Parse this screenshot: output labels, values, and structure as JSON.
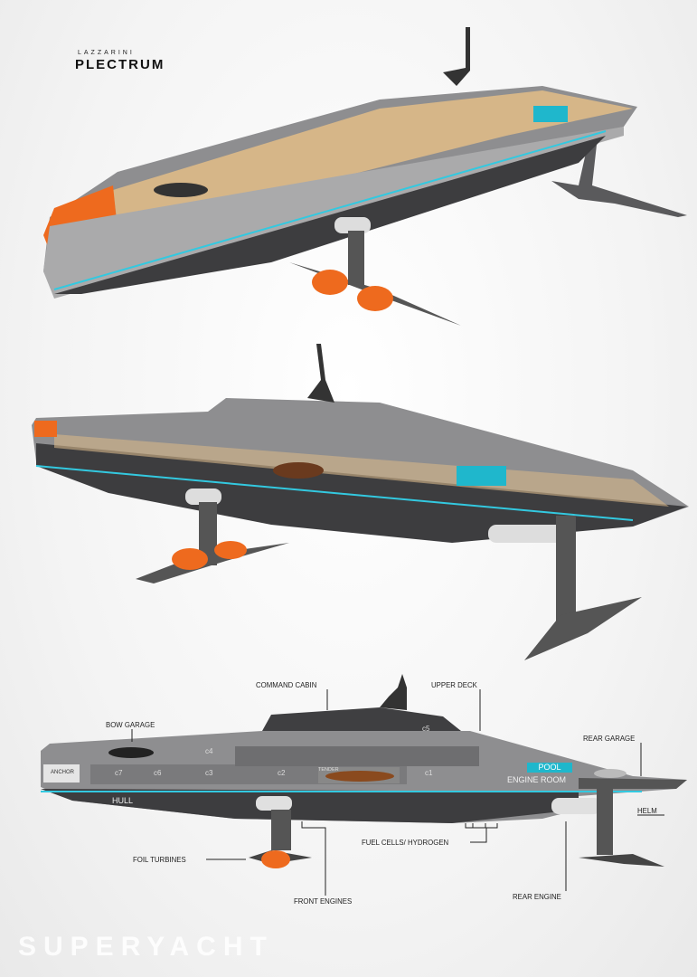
{
  "logo": {
    "brand": "LAZZARINI",
    "model": "PLECTRUM"
  },
  "watermark": "SUPERYACHT",
  "colors": {
    "hull": "#4a4a4c",
    "interior": "#9a9a9c",
    "deck_wood": "#d9b88a",
    "accent_orange": "#ee6a1e",
    "waterline_cyan": "#33c9e0"
  },
  "labels": {
    "command_cabin": "COMMAND CABIN",
    "upper_deck": "UPPER DECK",
    "bow_garage": "BOW GARAGE",
    "rear_garage": "REAR GARAGE",
    "anchor": "ANCHOR",
    "c7": "c7",
    "c6": "c6",
    "c4": "c4",
    "c3": "c3",
    "c2": "c2",
    "tender": "TENDER",
    "c1": "c1",
    "c5": "c5",
    "pool": "POOL",
    "engine_room": "ENGINE ROOM",
    "hull": "HULL",
    "helm": "HELM",
    "fuel_cells": "FUEL CELLS/ HYDROGEN",
    "foil_turbines": "FOIL TURBINES",
    "front_engines": "FRONT ENGINES",
    "rear_engine": "REAR ENGINE"
  }
}
